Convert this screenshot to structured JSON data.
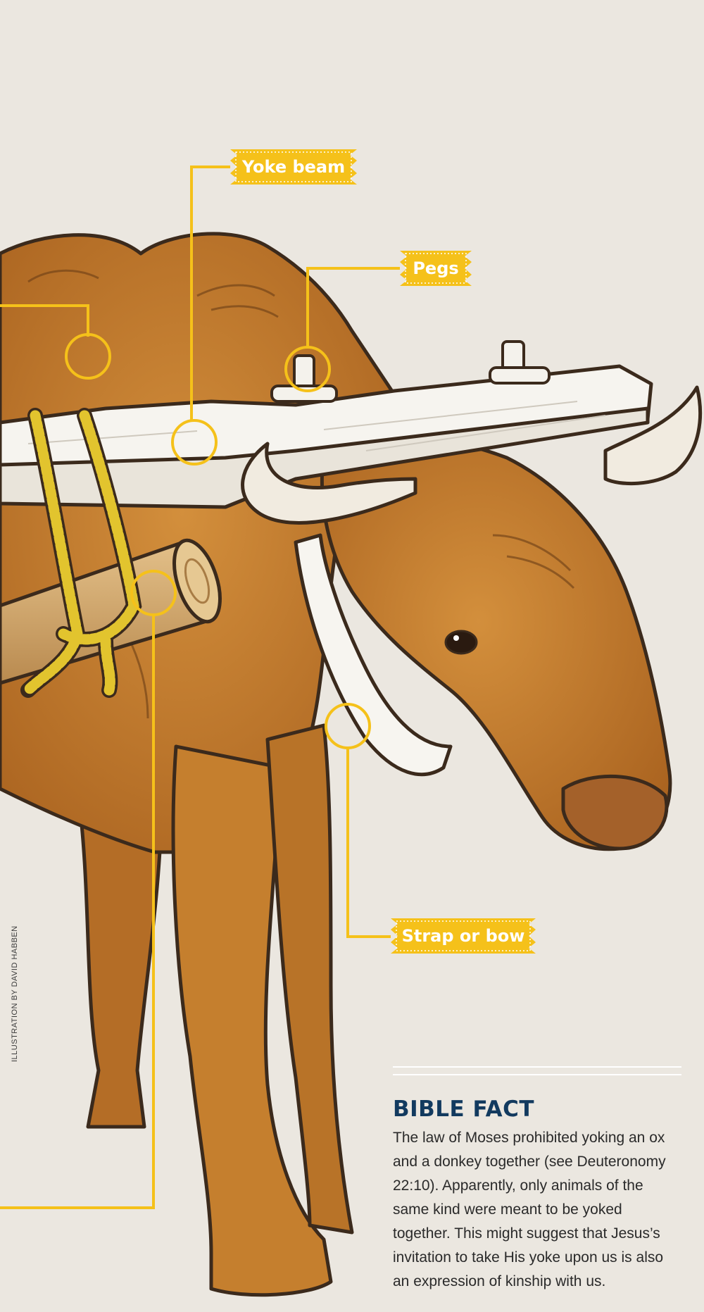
{
  "labels": {
    "yoke_beam": "Yoke beam",
    "pegs": "Pegs",
    "strap_or_bow": "Strap or bow"
  },
  "credit": "ILLUSTRATION BY DAVID HABBEN",
  "fact": {
    "title": "BIBLE FACT",
    "body": "The law of Moses prohibited yoking an ox and a donkey together (see Deuteronomy 22:10). Apparently, only animals of the same kind were meant to be yoked together. This might suggest that Jesus’s invitation to take His yoke upon us is also an expression of kinship with us."
  },
  "colors": {
    "background": "#ebe7e0",
    "callout": "#f5c11a",
    "ox": "#c57f2e",
    "title": "#123a5f"
  },
  "icons": [
    "ox-illustration",
    "yoke-beam",
    "peg",
    "rope",
    "log",
    "bow-strap"
  ]
}
